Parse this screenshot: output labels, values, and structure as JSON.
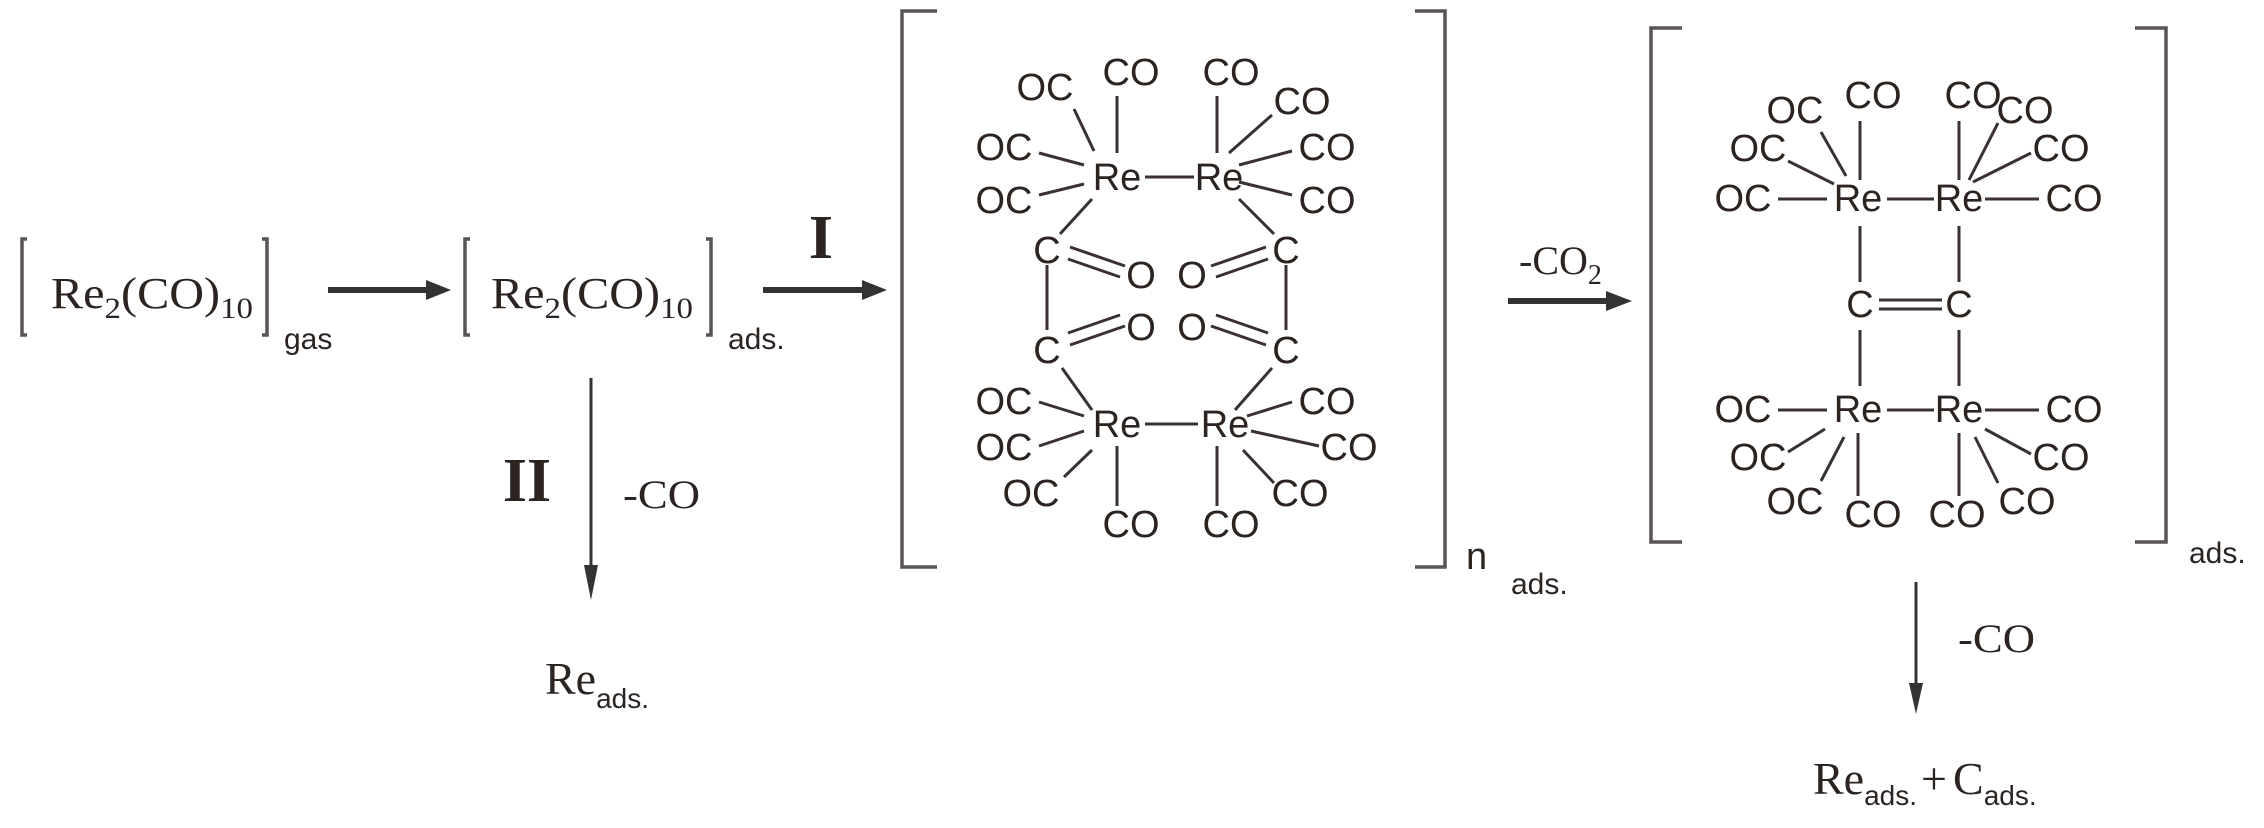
{
  "gas_species": {
    "re": "Re",
    "n2": "2",
    "co": "(CO)",
    "n10": "10",
    "phase": "gas"
  },
  "ads_species": {
    "re": "Re",
    "n2": "2",
    "co": "(CO)",
    "n10": "10",
    "phase": "ads."
  },
  "pathway_I": {
    "label": "I"
  },
  "pathway_II": {
    "label": "II",
    "loss": "-CO",
    "product_re": "Re",
    "product_phase": "ads."
  },
  "complex1": {
    "re": "Re",
    "c": "C",
    "o": "O",
    "ligands": [
      "OC",
      "CO",
      "OC",
      "OC",
      "CO",
      "CO",
      "CO",
      "CO",
      "OC",
      "OC",
      "OC",
      "CO",
      "CO",
      "CO",
      "CO",
      "CO"
    ],
    "repeat": "n",
    "phase": "ads."
  },
  "step_co2": {
    "loss_prefix": "-CO",
    "loss_sub": "2"
  },
  "complex2": {
    "re": "Re",
    "c": "C",
    "ligands": [
      "OC",
      "CO",
      "OC",
      "OC",
      "CO",
      "CO",
      "CO",
      "CO",
      "OC",
      "OC",
      "OC",
      "CO",
      "CO",
      "CO",
      "CO",
      "CO"
    ],
    "phase": "ads."
  },
  "final_step": {
    "loss": "-CO",
    "re": "Re",
    "re_phase": "ads.",
    "plus": "+",
    "c": "C",
    "c_phase": "ads."
  }
}
